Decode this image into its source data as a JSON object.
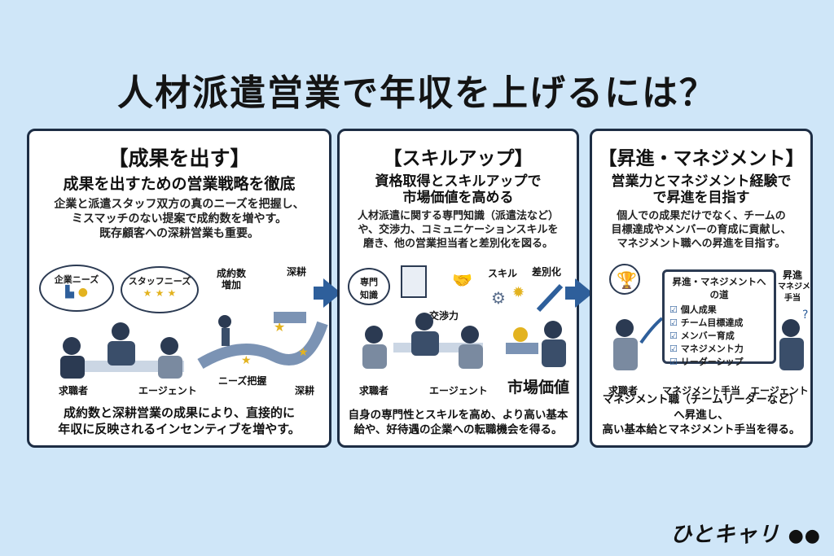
{
  "title": "人材派遣営業で年収を上げるには？",
  "panels": [
    {
      "title": "【成果を出す】",
      "heading": "成果を出すための営業戦略を徹底",
      "desc": [
        "企業と派遣スタッフ双方の真のニーズを把握し、",
        "ミスマッチのない提案で成約数を増やす。",
        "既存顧客への深耕営業も重要。"
      ],
      "labels": {
        "company_needs": "企業ニーズ",
        "staff_needs": "スタッフニーズ",
        "contracts_1": "成約数",
        "contracts_2": "増加",
        "deep_top": "深耕",
        "needs_grasp": "ニーズ把握",
        "deep_bottom": "深耕",
        "job_seeker": "求職者",
        "agent": "エージェント"
      },
      "bottom": [
        "成約数と深耕営業の成果により、直接的に",
        "年収に反映されるインセンティブを増やす。"
      ]
    },
    {
      "title": "【スキルアップ】",
      "heading": [
        "資格取得とスキルアップで",
        "市場価値を高める"
      ],
      "desc": [
        "人材派遣に関する専門知識（派遣法など）",
        "や、交渉力、コミュニケーションスキルを",
        "磨き、他の営業担当者と差別化を図る。"
      ],
      "labels": {
        "expert_1": "専門",
        "expert_2": "知識",
        "skill": "スキル",
        "differentiate": "差別化",
        "negotiation": "交渉力",
        "job_seeker": "求職者",
        "agent": "エージェント",
        "market_value": "市場価値"
      },
      "bottom": [
        "自身の専門性とスキルを高め、より高い基本",
        "給や、好待遇の企業への転職機会を得る。"
      ]
    },
    {
      "title": "【昇進・マネジメント】",
      "heading": [
        "営業力とマネジメント経験で",
        "で昇進を目指す"
      ],
      "desc": [
        "個人での成果だけでなく、チームの",
        "目標達成やメンバーの育成に貢献し、",
        "マネジメント職への昇進を目指す。"
      ],
      "checklist_title": "昇進・マネジメントへの道",
      "checklist": [
        "個人成果",
        "チーム目標達成",
        "メンバー育成",
        "マネジメント力",
        "リーダーシップ"
      ],
      "labels": {
        "promo_1": "昇進",
        "promo_2": "マネジメント",
        "promo_3": "手当",
        "job_seeker": "求職者",
        "mgmt_allowance": "マネジメント手当",
        "agent": "エージェント"
      },
      "bottom": [
        "マネジメント職（チームリーダーなど）へ昇進し、",
        "高い基本給とマネジメント手当を得る。"
      ]
    }
  ],
  "logo": "ひとキャリ",
  "icons": [
    "yen-coin-icon",
    "star-icon",
    "trophy-icon",
    "handshake-icon",
    "gear-icon",
    "lightbulb-icon",
    "document-icon",
    "arrow-right-icon",
    "people-icon"
  ],
  "colors": {
    "background": "#cfe6f8",
    "border": "#1d2d44",
    "accent": "#2e5f9b",
    "gold": "#e3b320"
  }
}
